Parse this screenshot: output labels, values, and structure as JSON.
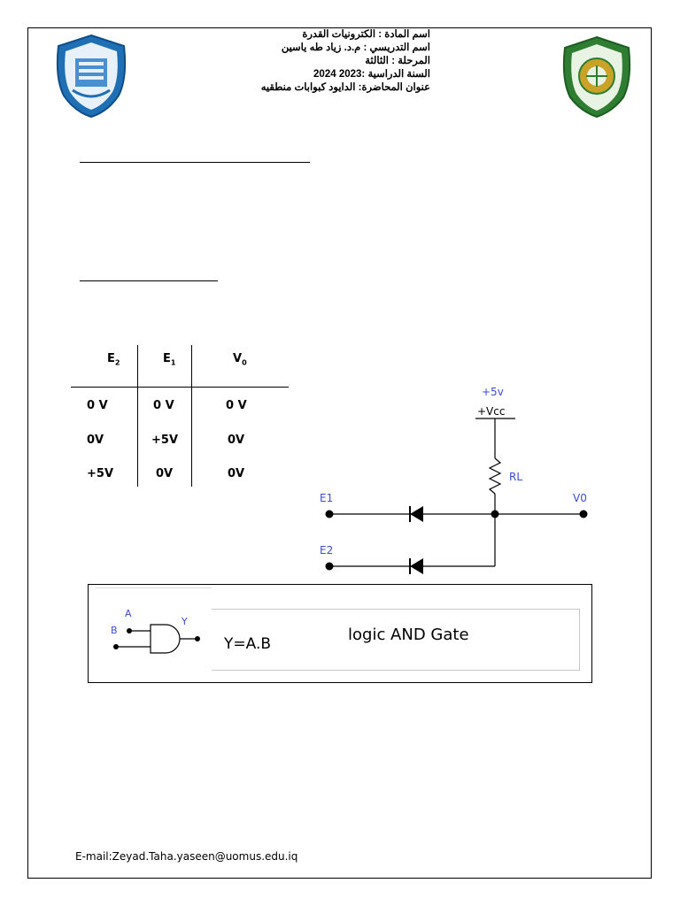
{
  "header": {
    "lines": [
      "اسم المادة : الكترونيات القدرة",
      "اسم التدريسي : م.د. زياد طه ياسين",
      "المرحلة : الثالثة",
      "السنة الدراسية :2023 2024",
      "عنوان المحاضرة: الدايود كبوابات منطقيه"
    ]
  },
  "colors": {
    "accent_blue": "#3a4fd6",
    "logo_left": "#1f6fb5",
    "logo_right": "#2e7d32"
  },
  "truth_table": {
    "headers": [
      {
        "base": "E",
        "sub": "2"
      },
      {
        "base": "E",
        "sub": "1"
      },
      {
        "base": "V",
        "sub": "0"
      }
    ],
    "rows": [
      [
        "0 V",
        "0 V",
        "0 V"
      ],
      [
        "0V",
        "+5V",
        "0V"
      ],
      [
        "+5V",
        "0V",
        "0V"
      ]
    ]
  },
  "circuit": {
    "supply": "+5v",
    "vcc": "+Vcc",
    "resistor": "RL",
    "input1": "E1",
    "input2": "E2",
    "output": "V0"
  },
  "gate": {
    "input_a": "A",
    "input_b": "B",
    "output_y": "Y",
    "expression": "Y=A.B",
    "title": "logic AND  Gate"
  },
  "footer": {
    "email": "E-mail:Zeyad.Taha.yaseen@uomus.edu.iq"
  }
}
